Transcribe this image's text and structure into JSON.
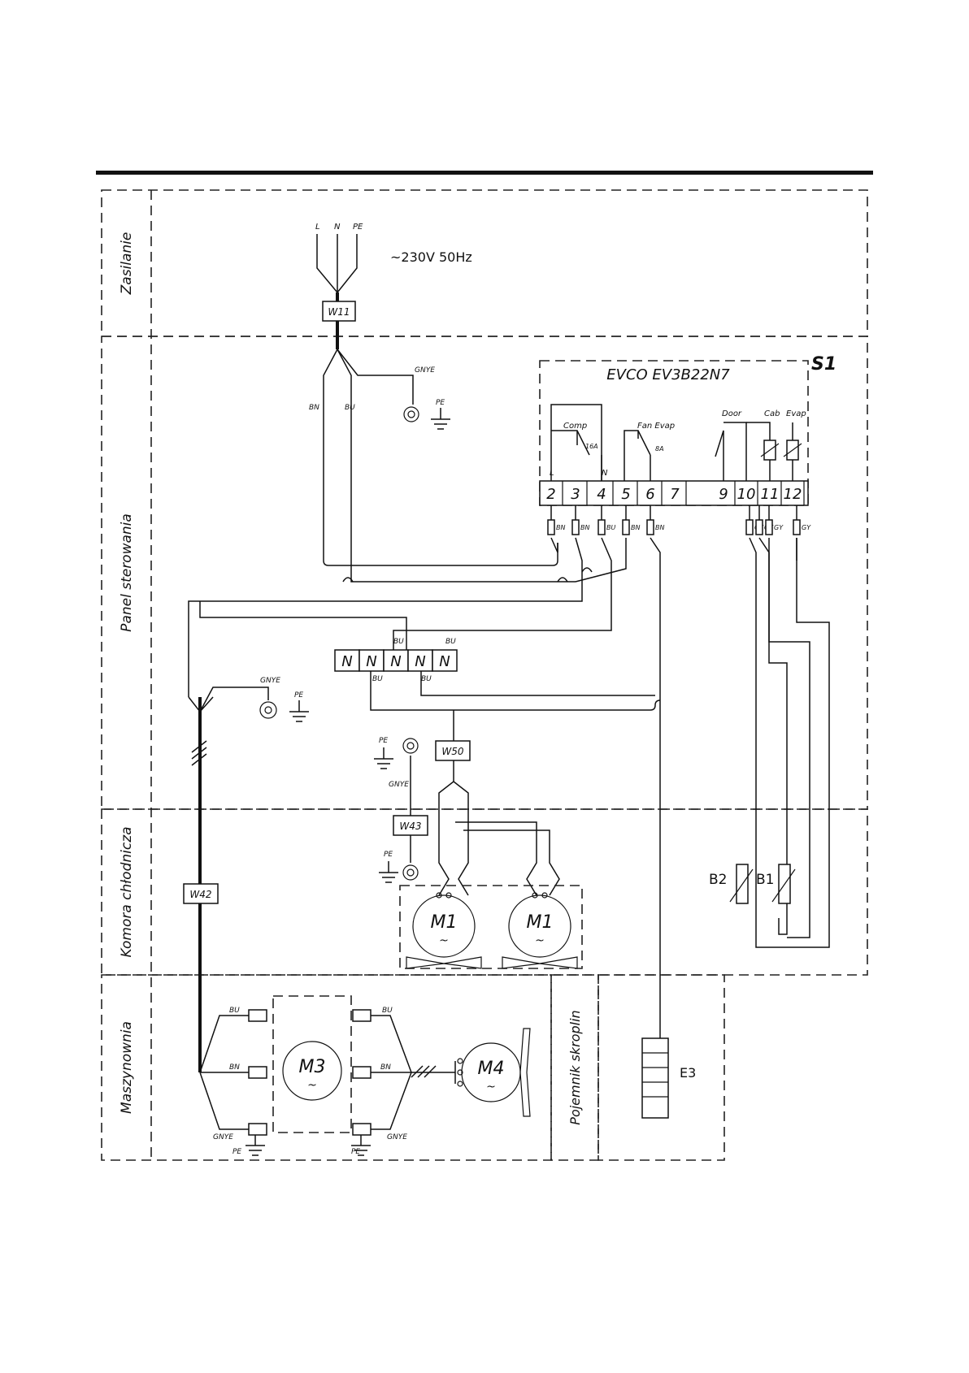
{
  "sections": {
    "supply": "Zasilanie",
    "panel": "Panel sterowania",
    "chamber": "Komora chłodnicza",
    "machine_room": "Maszynownia",
    "condensate": "Pojemnik skroplin"
  },
  "supply": {
    "L": "L",
    "N": "N",
    "PE": "PE",
    "voltage": "~230V 50Hz"
  },
  "cables": {
    "w11": "W11",
    "w42": "W42",
    "w43": "W43",
    "w50": "W50"
  },
  "controller": {
    "id": "S1",
    "model": "EVCO EV3B22N7",
    "relay_comp": "Comp",
    "relay_comp_rating": "16A",
    "relay_fan": "Fan Evap",
    "relay_fan_rating": "8A",
    "door": "Door",
    "cab": "Cab",
    "evap": "Evap",
    "L": "L",
    "N": "N",
    "terminals": [
      "2",
      "3",
      "4",
      "5",
      "6",
      "7",
      "9",
      "10",
      "11",
      "12"
    ]
  },
  "wire_colors": {
    "BN": "BN",
    "BU": "BU",
    "GY": "GY",
    "GNYE": "GNYE",
    "PE": "PE"
  },
  "neutral_block": [
    "N",
    "N",
    "N",
    "N",
    "N"
  ],
  "components": {
    "B1": "B1",
    "B2": "B2",
    "M1": "M1",
    "M3": "M3",
    "M4": "M4",
    "E3": "E3",
    "ac": "~"
  }
}
